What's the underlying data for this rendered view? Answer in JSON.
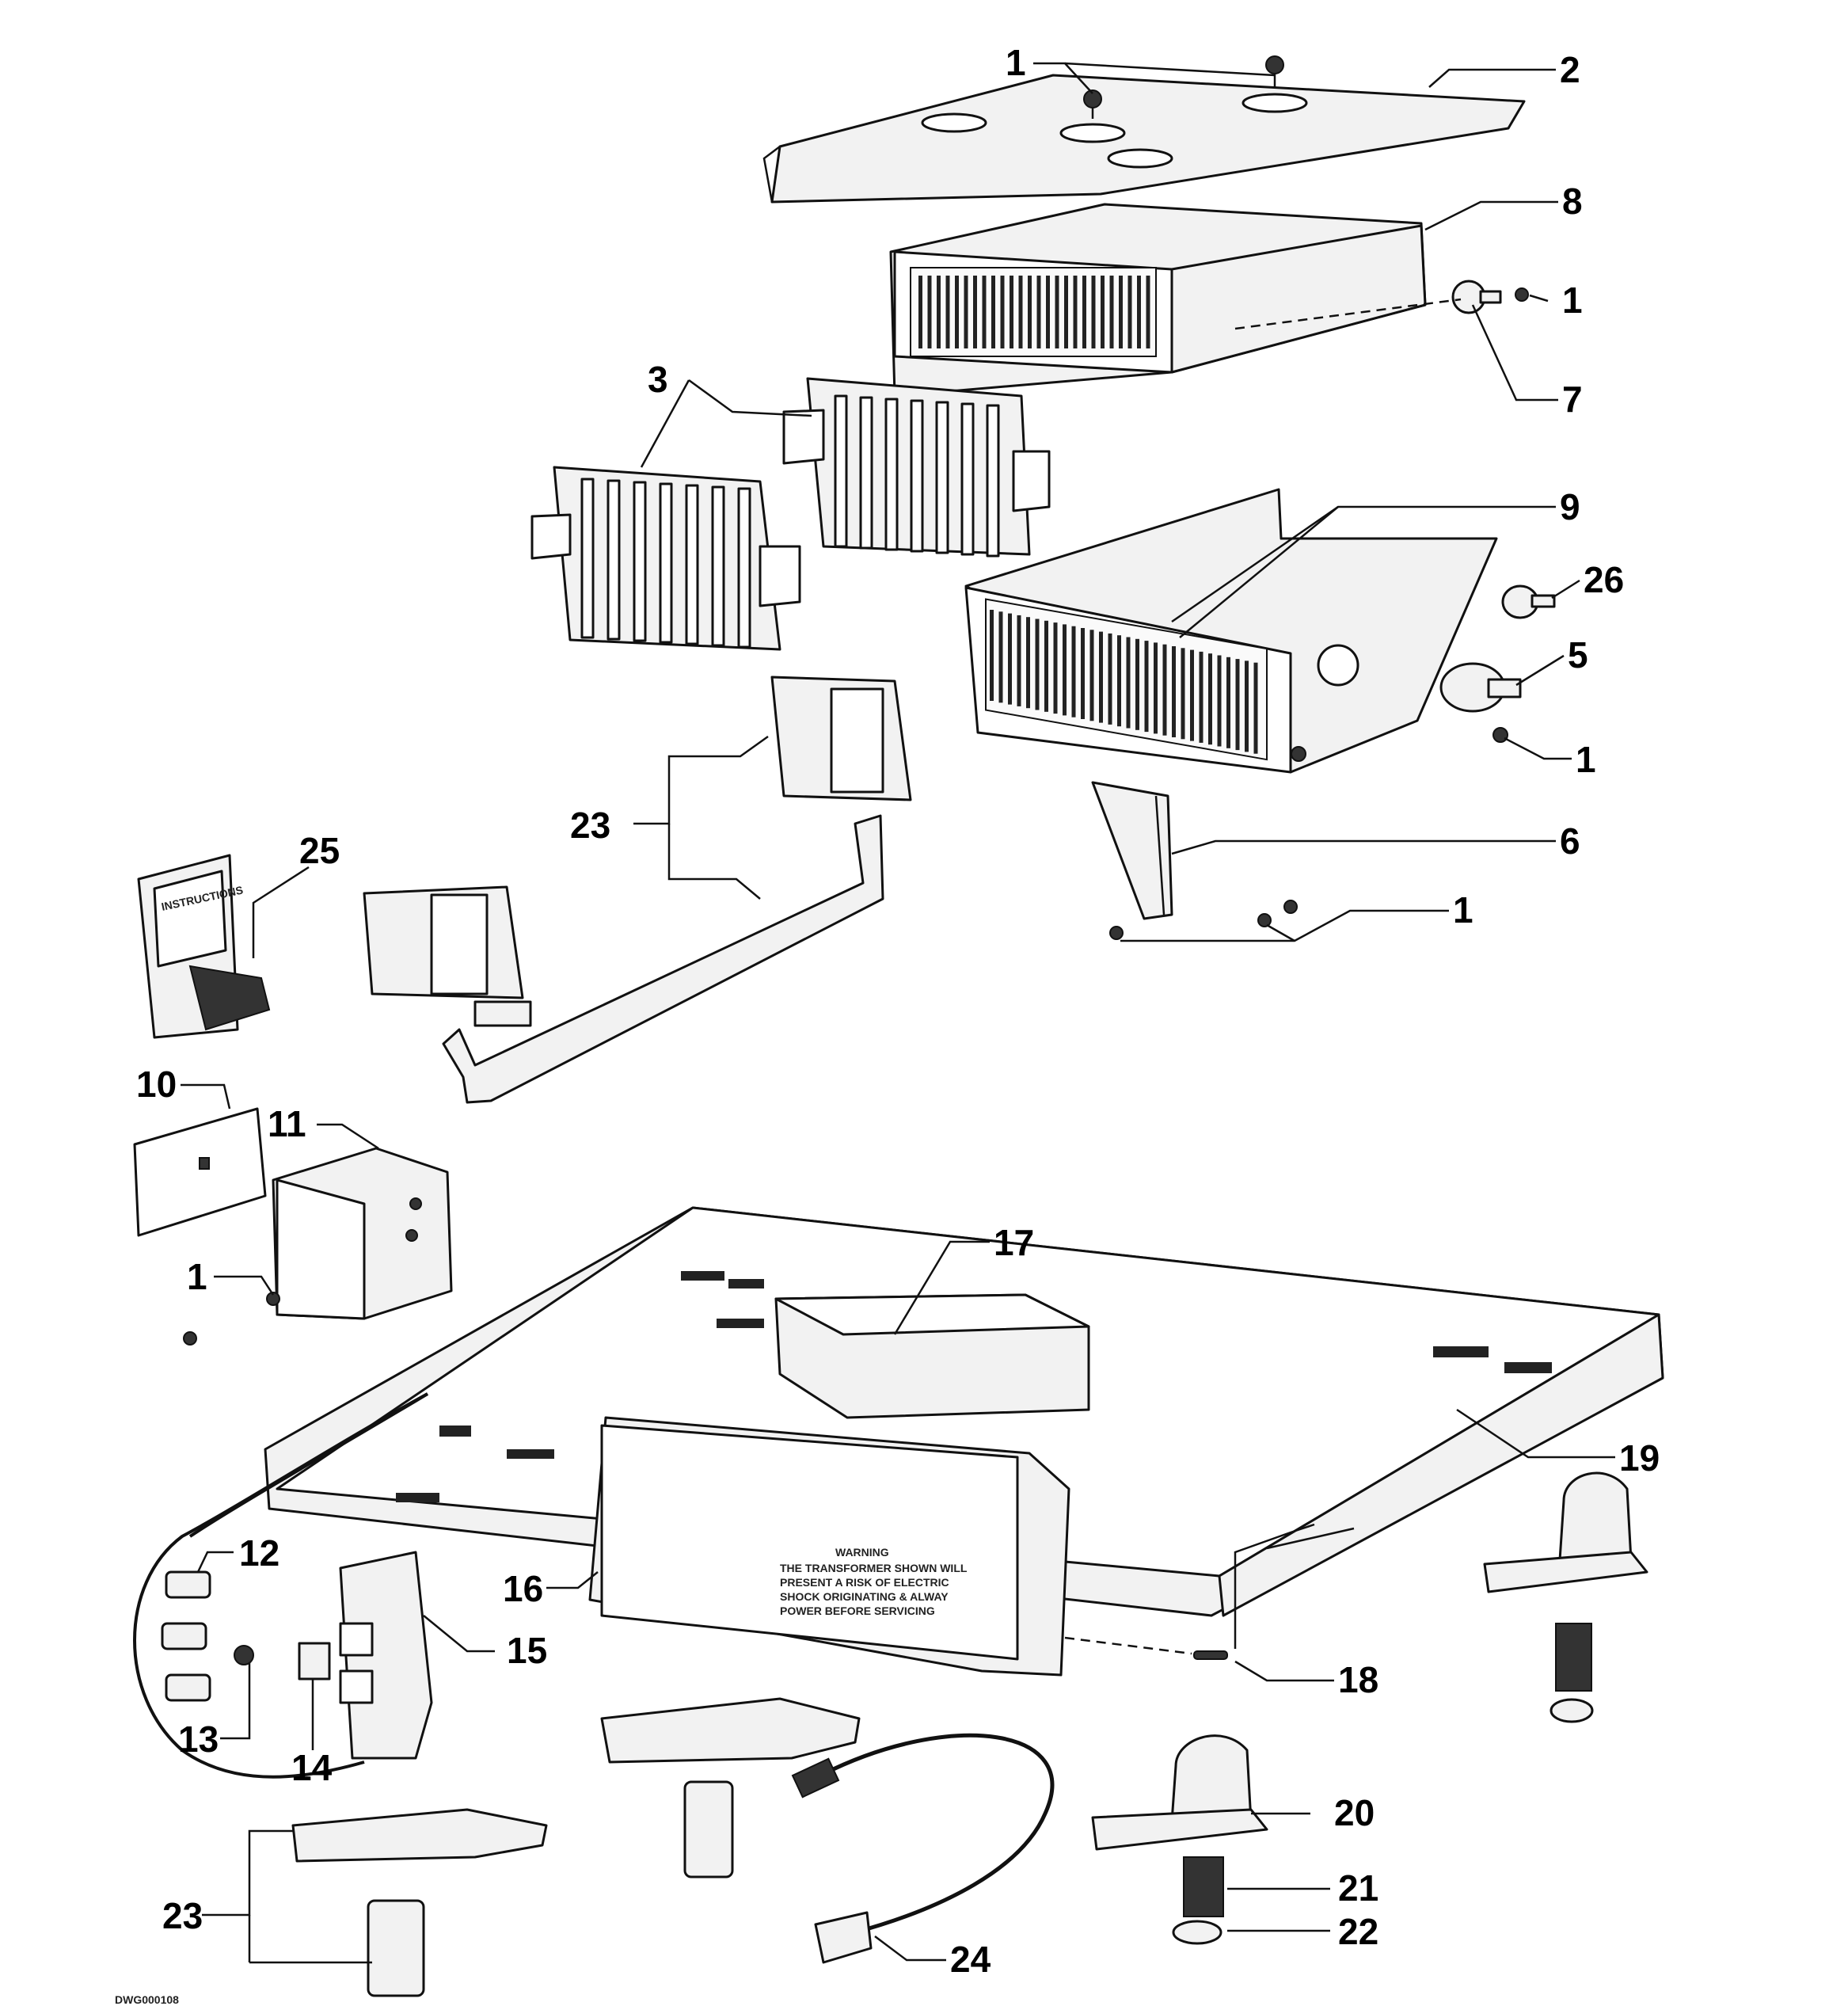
{
  "callouts": {
    "c1_top": "1",
    "c2": "2",
    "c8": "8",
    "c1_a": "1",
    "c7": "7",
    "c3": "3",
    "c9": "9",
    "c26": "26",
    "c5": "5",
    "c1_b": "1",
    "c23_upper": "23",
    "c25": "25",
    "c6": "6",
    "c1_c": "1",
    "c10": "10",
    "c11": "11",
    "c1_d": "1",
    "c17": "17",
    "c19": "19",
    "c12": "12",
    "c16": "16",
    "c15": "15",
    "c18": "18",
    "c13": "13",
    "c14": "14",
    "c20": "20",
    "c21": "21",
    "c23_lower": "23",
    "c22": "22",
    "c24": "24"
  },
  "warning_label": {
    "title": "WARNING",
    "lines": [
      "THE TRANSFORMER SHOWN WILL",
      "PRESENT A RISK OF ELECTRIC",
      "SHOCK ORIGINATING & ALWAY",
      "POWER BEFORE SERVICING"
    ]
  },
  "drawing_number": "DWG000108",
  "manual_cover_text": "INSTRUCTIONS"
}
